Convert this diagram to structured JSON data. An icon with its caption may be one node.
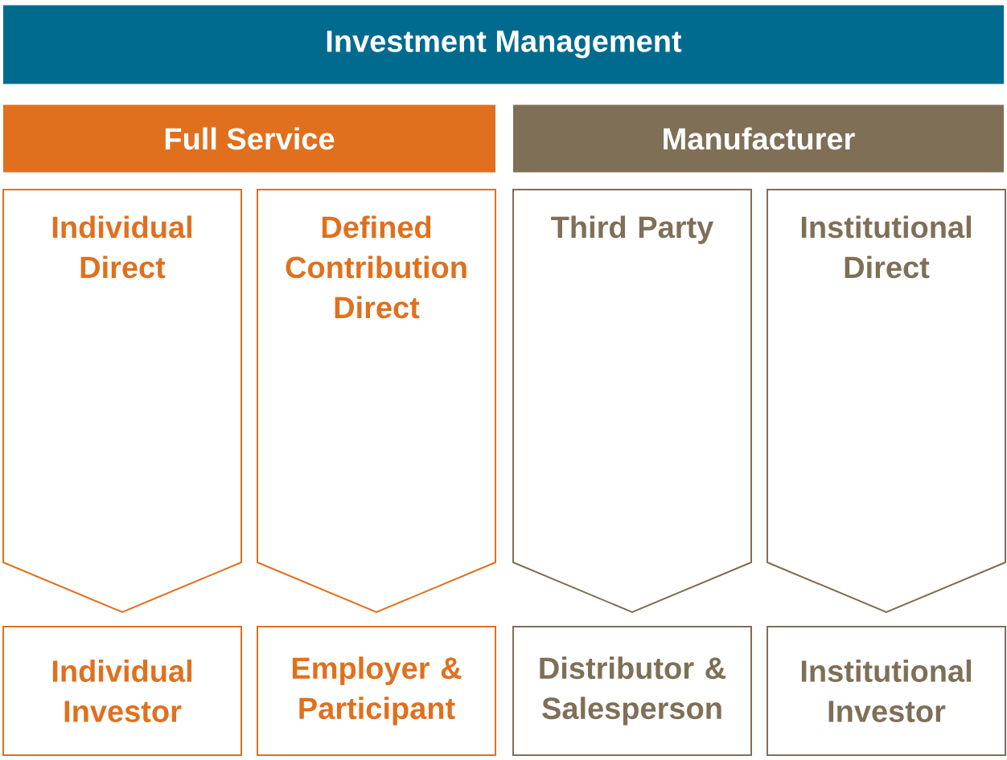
{
  "diagram": {
    "nodes": [
      {
        "text": [
          "Investment Management"
        ]
      },
      {
        "text": [
          "Full Service"
        ]
      },
      {
        "text": [
          "Manufacturer"
        ]
      },
      {
        "text": [
          "Individual Direct"
        ]
      },
      {
        "text": [
          "Defined Contribution Direct"
        ]
      },
      {
        "text": [
          "Third Party"
        ]
      },
      {
        "text": [
          "Institutional Direct"
        ]
      },
      {
        "text": [
          "Individual Investor"
        ]
      },
      {
        "text": [
          "Employer & Participant"
        ]
      },
      {
        "text": [
          "Distributor & Salesperson"
        ]
      },
      {
        "text": [
          "Institutional Investor"
        ]
      }
    ]
  }
}
